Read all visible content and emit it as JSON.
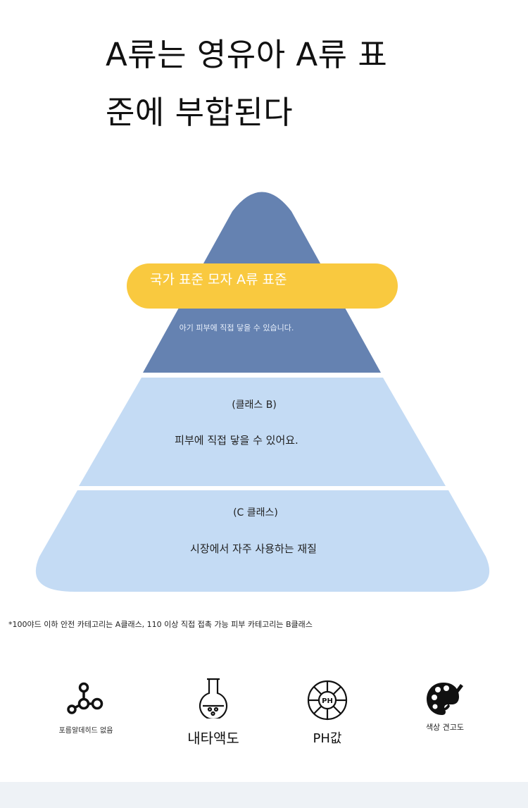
{
  "title": {
    "line1": "A류는 영유아 A류 표",
    "line2": "준에 부합된다"
  },
  "pyramid": {
    "top": {
      "banner": "국가 표준 모자 A류 표준",
      "text": "아기 피부에 직접 닿을 수 있습니다.",
      "color": "#6582b1"
    },
    "middle": {
      "label": "(클래스 B)",
      "text": "피부에 직접 닿을 수 있어요.",
      "color": "#c4dbf4"
    },
    "bottom": {
      "label": "(C 클래스)",
      "text": "시장에서 자주 사용하는 재질",
      "color": "#c4dbf4"
    },
    "banner_color": "#f9c93f"
  },
  "footnote": "*100야드 이하 안전 카테고리는 A클래스, 110 이상 직접 접촉 가능 피부 카테고리는 B클래스",
  "features": [
    {
      "icon": "molecule-icon",
      "label": "포름알데히드 없음"
    },
    {
      "icon": "flask-icon",
      "label": "내타액도"
    },
    {
      "icon": "ph-icon",
      "label": "PH값",
      "icon_text": "PH"
    },
    {
      "icon": "palette-icon",
      "label": "색상 견고도"
    }
  ]
}
